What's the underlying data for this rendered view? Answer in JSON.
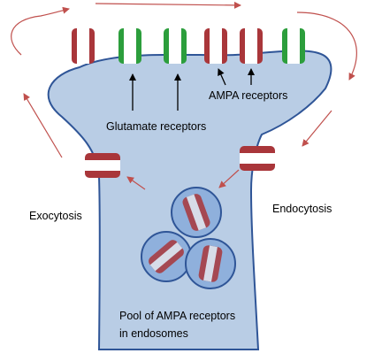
{
  "labels": {
    "glutamate_receptors": "Glutamate receptors",
    "ampa_receptors": "AMPA receptors",
    "exocytosis": "Exocytosis",
    "endocytosis": "Endocytosis",
    "pool_line1": "Pool of AMPA receptors",
    "pool_line2": "in endosomes"
  },
  "colors": {
    "cell_fill": "#b9cde5",
    "cell_stroke": "#2f5597",
    "ampa_receptor": "#a9363a",
    "nmda_receptor": "#2c9e3c",
    "cycle_arrow": "#c0504d",
    "pointer_arrow": "#000000",
    "endosome_fill": "#8fb0dc",
    "endosome_stroke": "#2f5597"
  }
}
